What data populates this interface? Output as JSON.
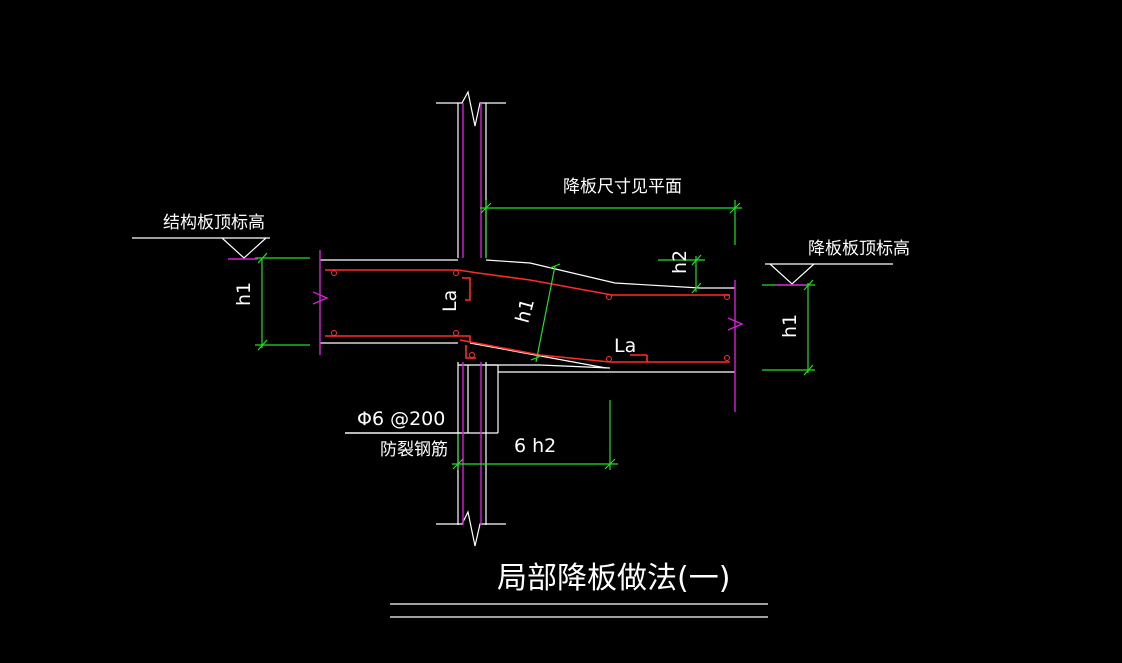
{
  "labels": {
    "structural_top": "结构板顶标高",
    "lowered_top": "降板板顶标高",
    "size_note": "降板尺寸见平面",
    "h2": "h2",
    "h1_left": "h1",
    "h1_diag": "h1",
    "h1_right": "h1",
    "la_vertical": "La",
    "la_horizontal": "La",
    "rebar_spec": "Φ6 @200",
    "crack_rebar": "防裂钢筋",
    "six_h2": "6 h2",
    "title": "局部降板做法(一)"
  },
  "colors": {
    "background": "#000000",
    "slab_outline": "#ffffff",
    "rebar": "#ff2a2a",
    "dimension": "#22e022",
    "section_cut": "#d81ed8"
  }
}
